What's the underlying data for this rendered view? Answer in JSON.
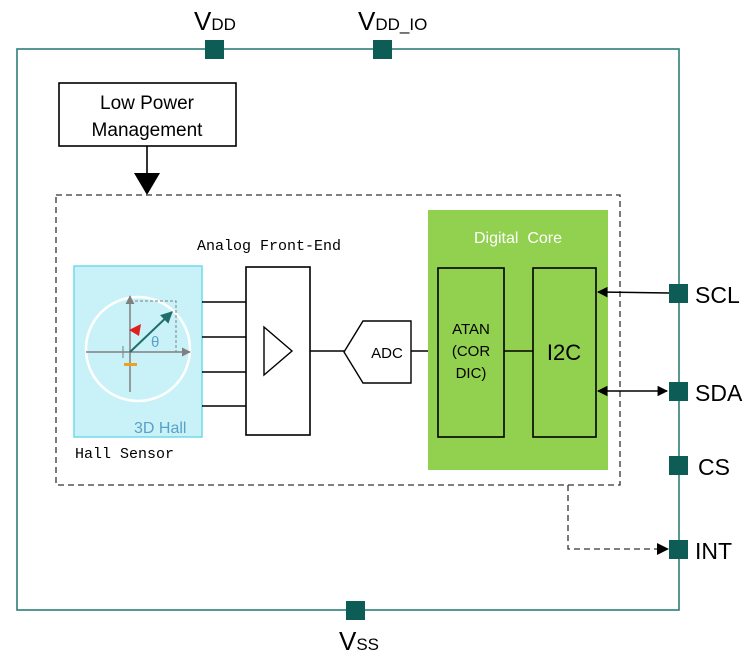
{
  "pins": {
    "vdd": {
      "main": "V",
      "sub": "DD"
    },
    "vdd_io": {
      "main": "V",
      "sub": "DD_IO"
    },
    "vss": {
      "main": "V",
      "sub": "SS"
    },
    "scl": "SCL",
    "sda": "SDA",
    "cs": "CS",
    "int": "INT"
  },
  "blocks": {
    "low_power": {
      "line1": "Low Power",
      "line2": "Management"
    },
    "afe_label": "Analog Front-End",
    "hall_label": "Hall Sensor",
    "hall_inner_label": "3D Hall",
    "theta": "θ",
    "adc": "ADC",
    "digital_core": "Digital  Core",
    "atan": {
      "line1": "ATAN",
      "line2": "(COR",
      "line3": "DIC)"
    },
    "i2c": "I2C"
  },
  "colors": {
    "pin": "#0d5c56",
    "outline": "#2f7f78",
    "digital_core": "#92d050",
    "hall_fill": "#c9f2f8",
    "hall_border": "#6fdbe8",
    "hall_label": "#5aa0c8",
    "vector": "#1f6e6b",
    "red_marker": "#e02020",
    "orange_marker": "#f0a020"
  }
}
